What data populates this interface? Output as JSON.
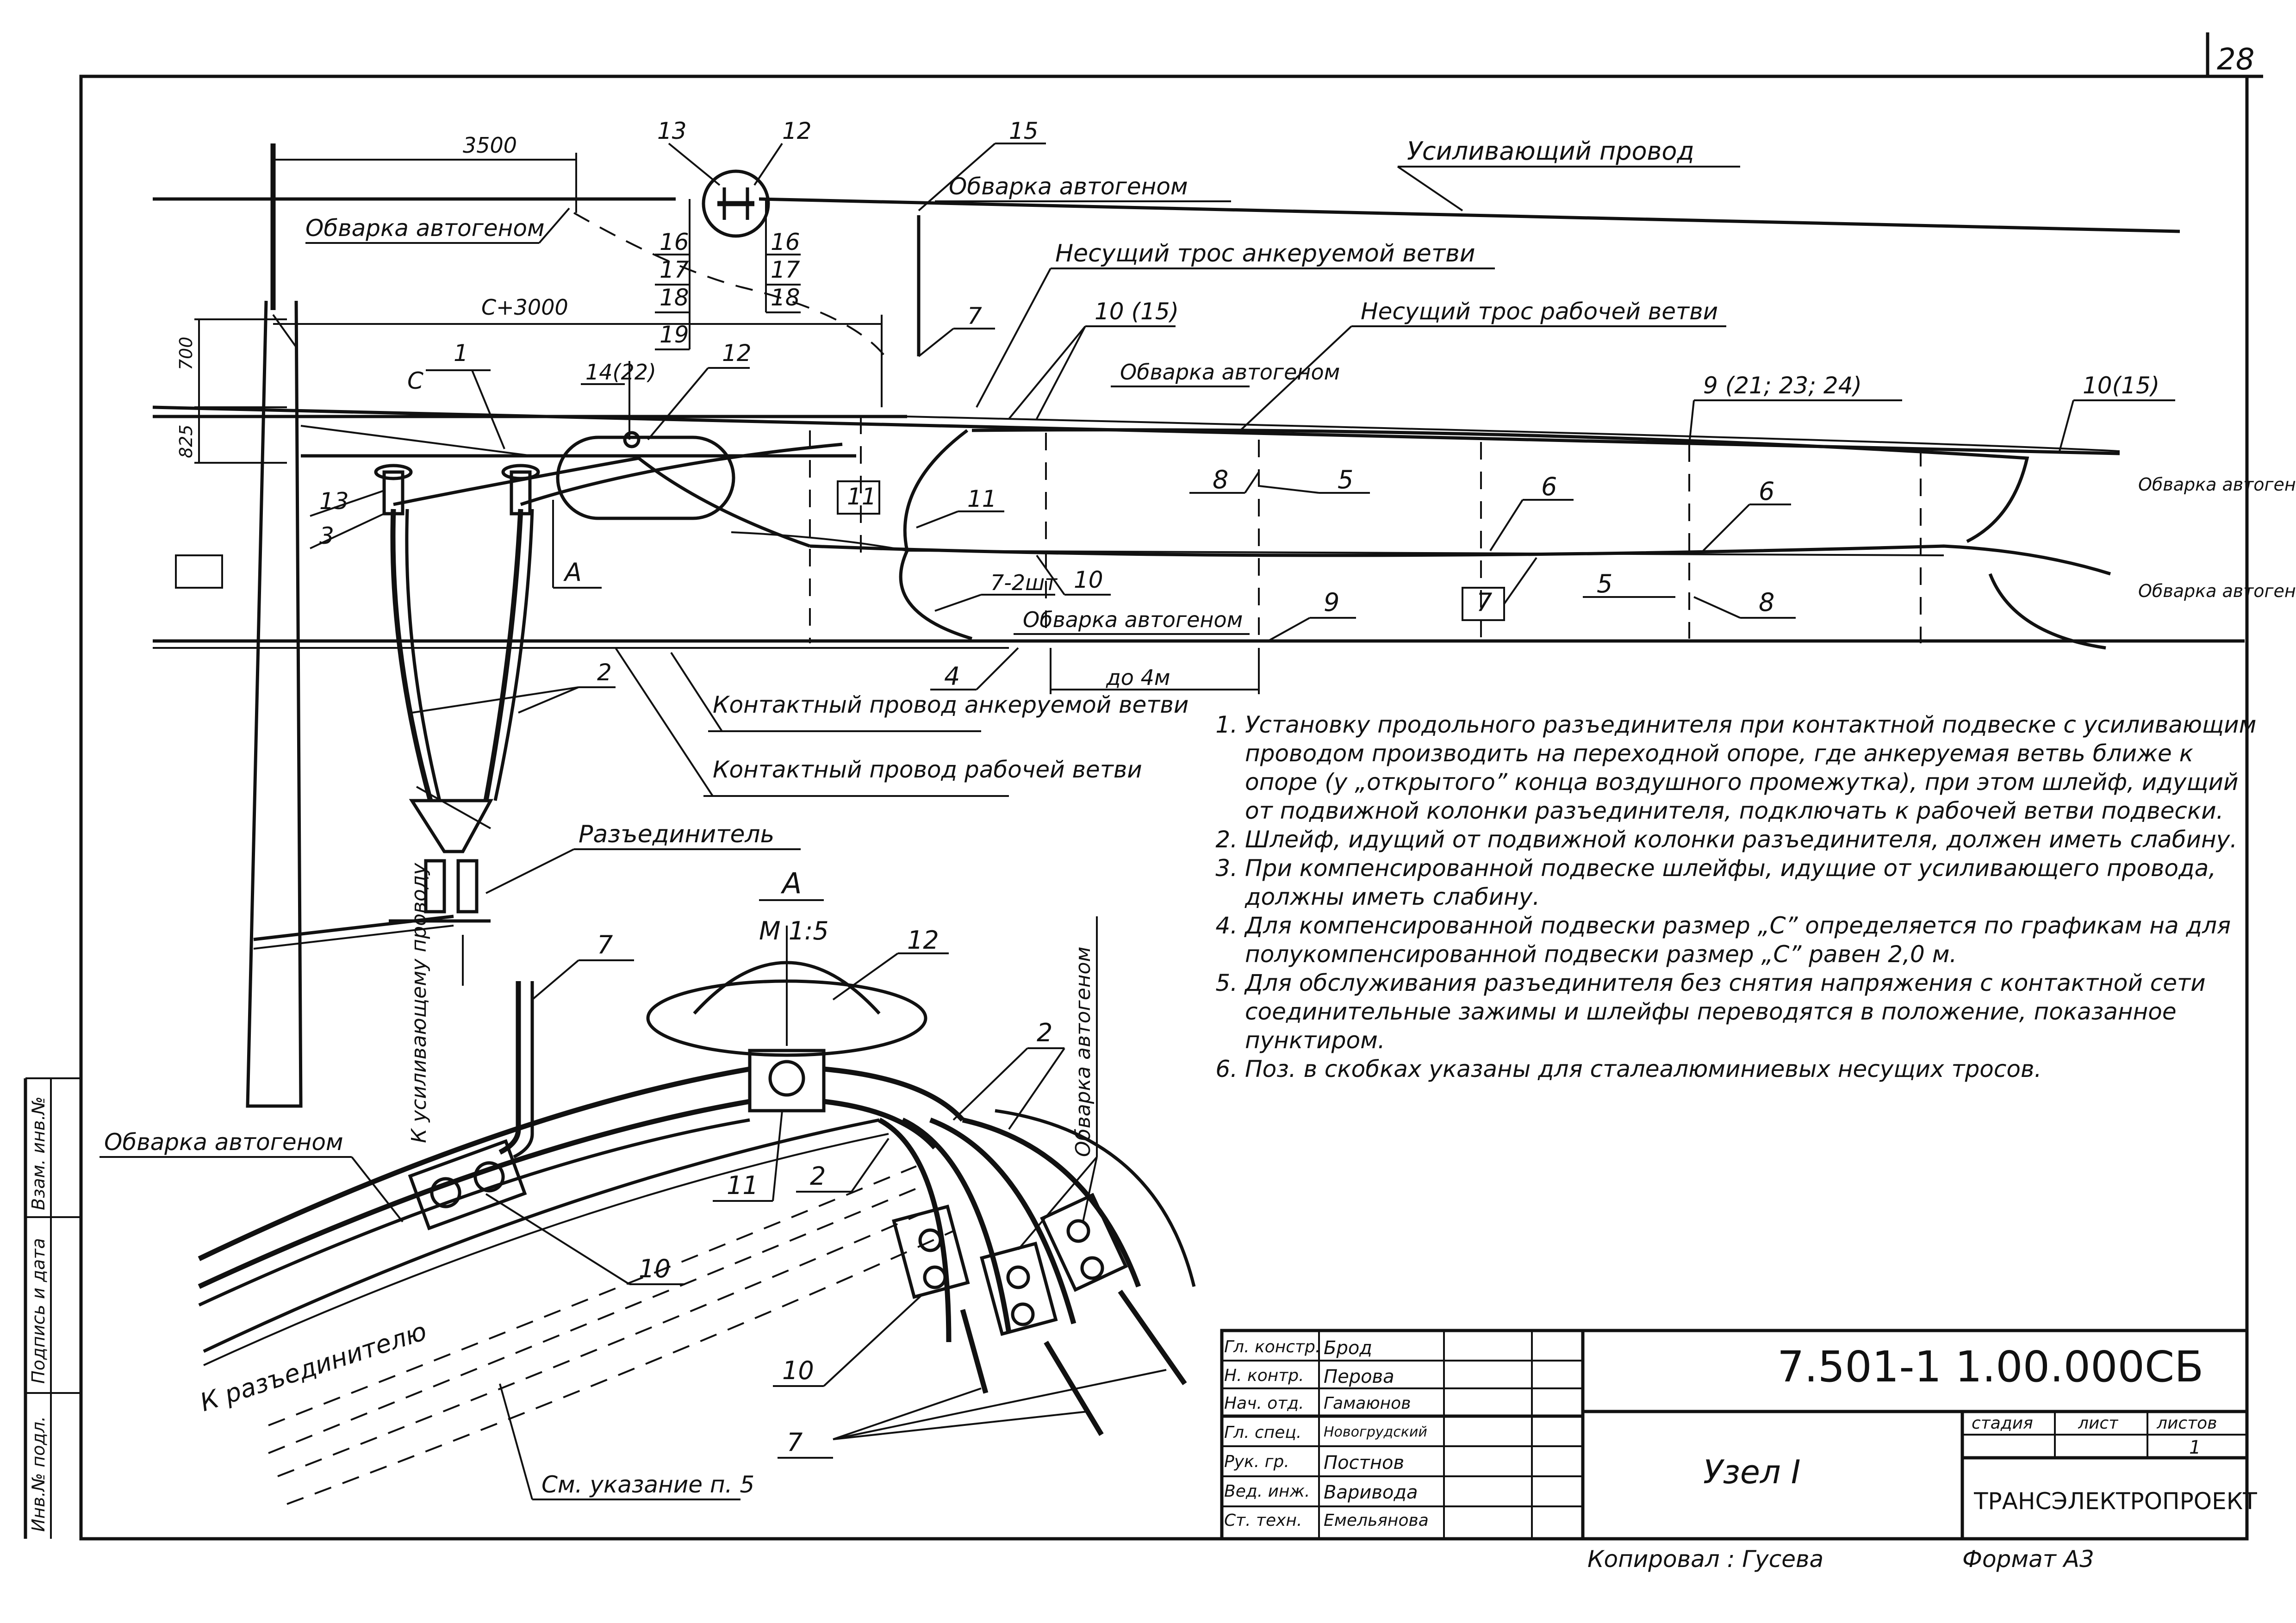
{
  "sheet": {
    "page_number": "28",
    "designation": "7.501-1  1.00.000СБ",
    "title": "Узел I",
    "organization": "ТРАНСЭЛЕКТРОПРОЕКТ",
    "copied_by": "Копировал : Гусева",
    "format": "Формат  А3",
    "stage_header": "стадия",
    "sheet_header": "лист",
    "sheets_header": "листов",
    "sheets_total": "1",
    "signatures": [
      {
        "role": "Гл. констр.",
        "name": "Брод"
      },
      {
        "role": "Н. контр.",
        "name": "Перова"
      },
      {
        "role": "Нач. отд.",
        "name": "Гамаюнов"
      },
      {
        "role": "Гл. спец.",
        "name": "Новогрудский"
      },
      {
        "role": "Рук. гр.",
        "name": "Постнов"
      },
      {
        "role": "Вед. инж.",
        "name": "Варивода"
      },
      {
        "role": "Ст. техн.",
        "name": "Емельянова"
      }
    ],
    "side_stamp": [
      "Инв.№ подл.",
      "Подпись и дата",
      "Взам. инв.№"
    ]
  },
  "diagram": {
    "dimensions": {
      "d3500": "3500",
      "c3000": "С+3000",
      "c": "С",
      "d700": "700",
      "d825": "825",
      "to4m": "до 4м"
    },
    "callouts": {
      "n13": "13",
      "n12": "12",
      "n15": "15",
      "n16": "16",
      "n17": "17",
      "n18": "18",
      "n19": "19",
      "n16b": "16",
      "n17b": "17",
      "n18b": "18",
      "n7": "7",
      "n1": "1",
      "n14_22": "14(22)",
      "n12b": "12",
      "n10_15": "10 (15)",
      "n9_21": "9 (21; 23; 24)",
      "n10_15b": "10(15)",
      "n13b": "13",
      "n3": "3",
      "n11": "11",
      "n11b": "11",
      "n8": "8",
      "n5": "5",
      "n6": "6",
      "n6b": "6",
      "nA": "A",
      "n7_2": "7-2шт",
      "n10": "10",
      "n9": "9",
      "n7b": "7",
      "n5b": "5",
      "n8b": "8",
      "n4": "4",
      "n2": "2"
    },
    "labels": {
      "reinforcing_wire": "Усиливающий провод",
      "gas_weld_1": "Обварка автогеном",
      "gas_weld_2": "Обварка автогеном",
      "carrier_anchored": "Несущий трос анкеруемой ветви",
      "carrier_working": "Несущий трос рабочей ветви",
      "gas_weld_3": "Обварка автогеном",
      "gas_weld_4": "Обварка автогеном",
      "gas_weld_right1": "Обварка автогеном",
      "gas_weld_right2": "Обварка автогеном",
      "contact_anchored": "Контактный провод анкеруемой ветви",
      "contact_working": "Контактный провод рабочей ветви",
      "disconnector": "Разъединитель",
      "to_reinforcing": "К усиливающему проводу"
    }
  },
  "detail_a": {
    "title": "А",
    "scale": "М 1:5",
    "labels": {
      "n7": "7",
      "n12": "12",
      "n2": "2",
      "n2b": "2",
      "n11": "11",
      "n10": "10",
      "n10b": "10",
      "n7b": "7",
      "gas_weld": "Обварка автогеном",
      "gas_weld_vertical": "Обварка автогеном",
      "to_disconnector": "К разъединителю",
      "see_note": "См. указание п. 5"
    }
  },
  "notes": [
    "Установку продольного разъединителя при контактной подвеске с усиливающим проводом производить на переходной опоре, где анкеруемая ветвь ближе к опоре (у „открытого” конца воздушного промежутка), при этом шлейф, идущий от подвижной колонки разъединителя, подключать к рабочей ветви подвески.",
    "Шлейф, идущий от подвижной колонки разъединителя, должен иметь слабину.",
    "При компенсированной подвеске шлейфы, идущие от усиливающего провода, должны иметь слабину.",
    "Для компенсированной подвески размер „С” определяется по графикам на для полукомпенсированной подвески размер „С” равен 2,0 м.",
    "Для обслуживания разъединителя без снятия напряжения с контактной сети соединительные зажимы и шлейфы переводятся в положение, показанное пунктиром.",
    "Поз. в скобках указаны для сталеалюминиевых несущих тросов."
  ]
}
